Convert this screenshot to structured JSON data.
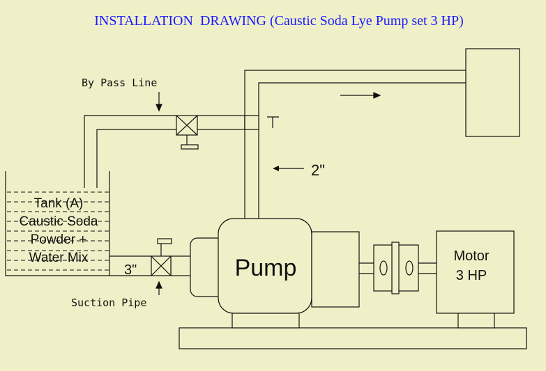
{
  "title": "INSTALLATION  DRAWING (Caustic Soda Lye Pump set 3 HP)",
  "labels": {
    "bypass_line": "By Pass Line",
    "suction_pipe": "Suction Pipe",
    "pipe_2in": "2\"",
    "pipe_3in": "3\"",
    "pump": "Pump",
    "motor_line1": "Motor",
    "motor_line2": "3 HP",
    "tank_line1": "Tank (A)",
    "tank_line2": "Caustic Soda",
    "tank_line3": "Powder +",
    "tank_line4": "Water Mix"
  },
  "colors": {
    "background": "#f0f0c8",
    "title": "#1a1aff",
    "stroke": "#111111",
    "fill": "#f0f0c8"
  }
}
